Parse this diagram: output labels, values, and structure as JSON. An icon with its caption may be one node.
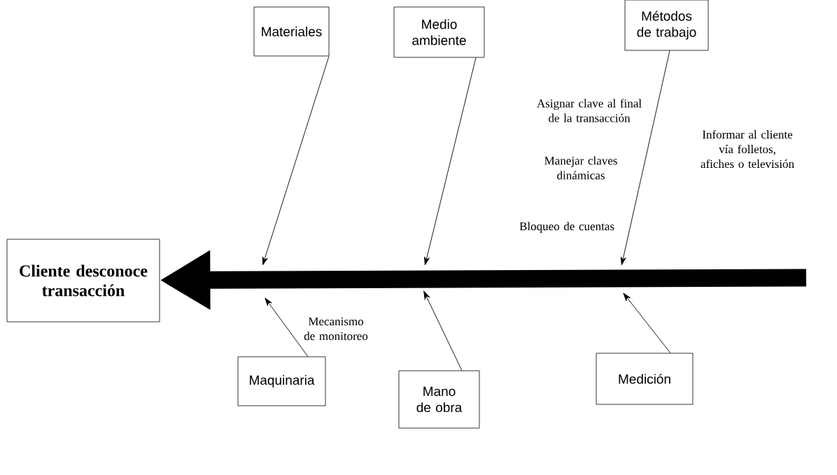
{
  "diagram": {
    "nodes": [
      {
        "text": [
          "Cliente desconoce transacción"
        ]
      },
      {
        "text": [
          "Materiales"
        ]
      },
      {
        "text": [
          "Medio ambiente"
        ]
      },
      {
        "text": [
          "Métodos de trabajo"
        ]
      },
      {
        "text": [
          "Maquinaria"
        ]
      },
      {
        "text": [
          "Mano de obra"
        ]
      },
      {
        "text": [
          "Medición"
        ]
      }
    ],
    "edges": [
      {
        "from": null,
        "to": 0,
        "arrow": "to",
        "style": "thick"
      },
      {
        "from": 1,
        "to": null,
        "arrow": "to"
      },
      {
        "from": 2,
        "to": null,
        "arrow": "to"
      },
      {
        "from": 3,
        "to": null,
        "arrow": "to"
      },
      {
        "from": 4,
        "to": null,
        "arrow": "to"
      },
      {
        "from": 5,
        "to": null,
        "arrow": "to"
      },
      {
        "from": 6,
        "to": null,
        "arrow": "to"
      }
    ],
    "labels": [
      "Asignar clave al final de la transacción",
      "Informar al cliente vía folletos, afiches o televisión",
      "Manejar claves dinámicas",
      "Bloqueo de cuentas",
      "Mecanismo de monitoreo"
    ]
  }
}
